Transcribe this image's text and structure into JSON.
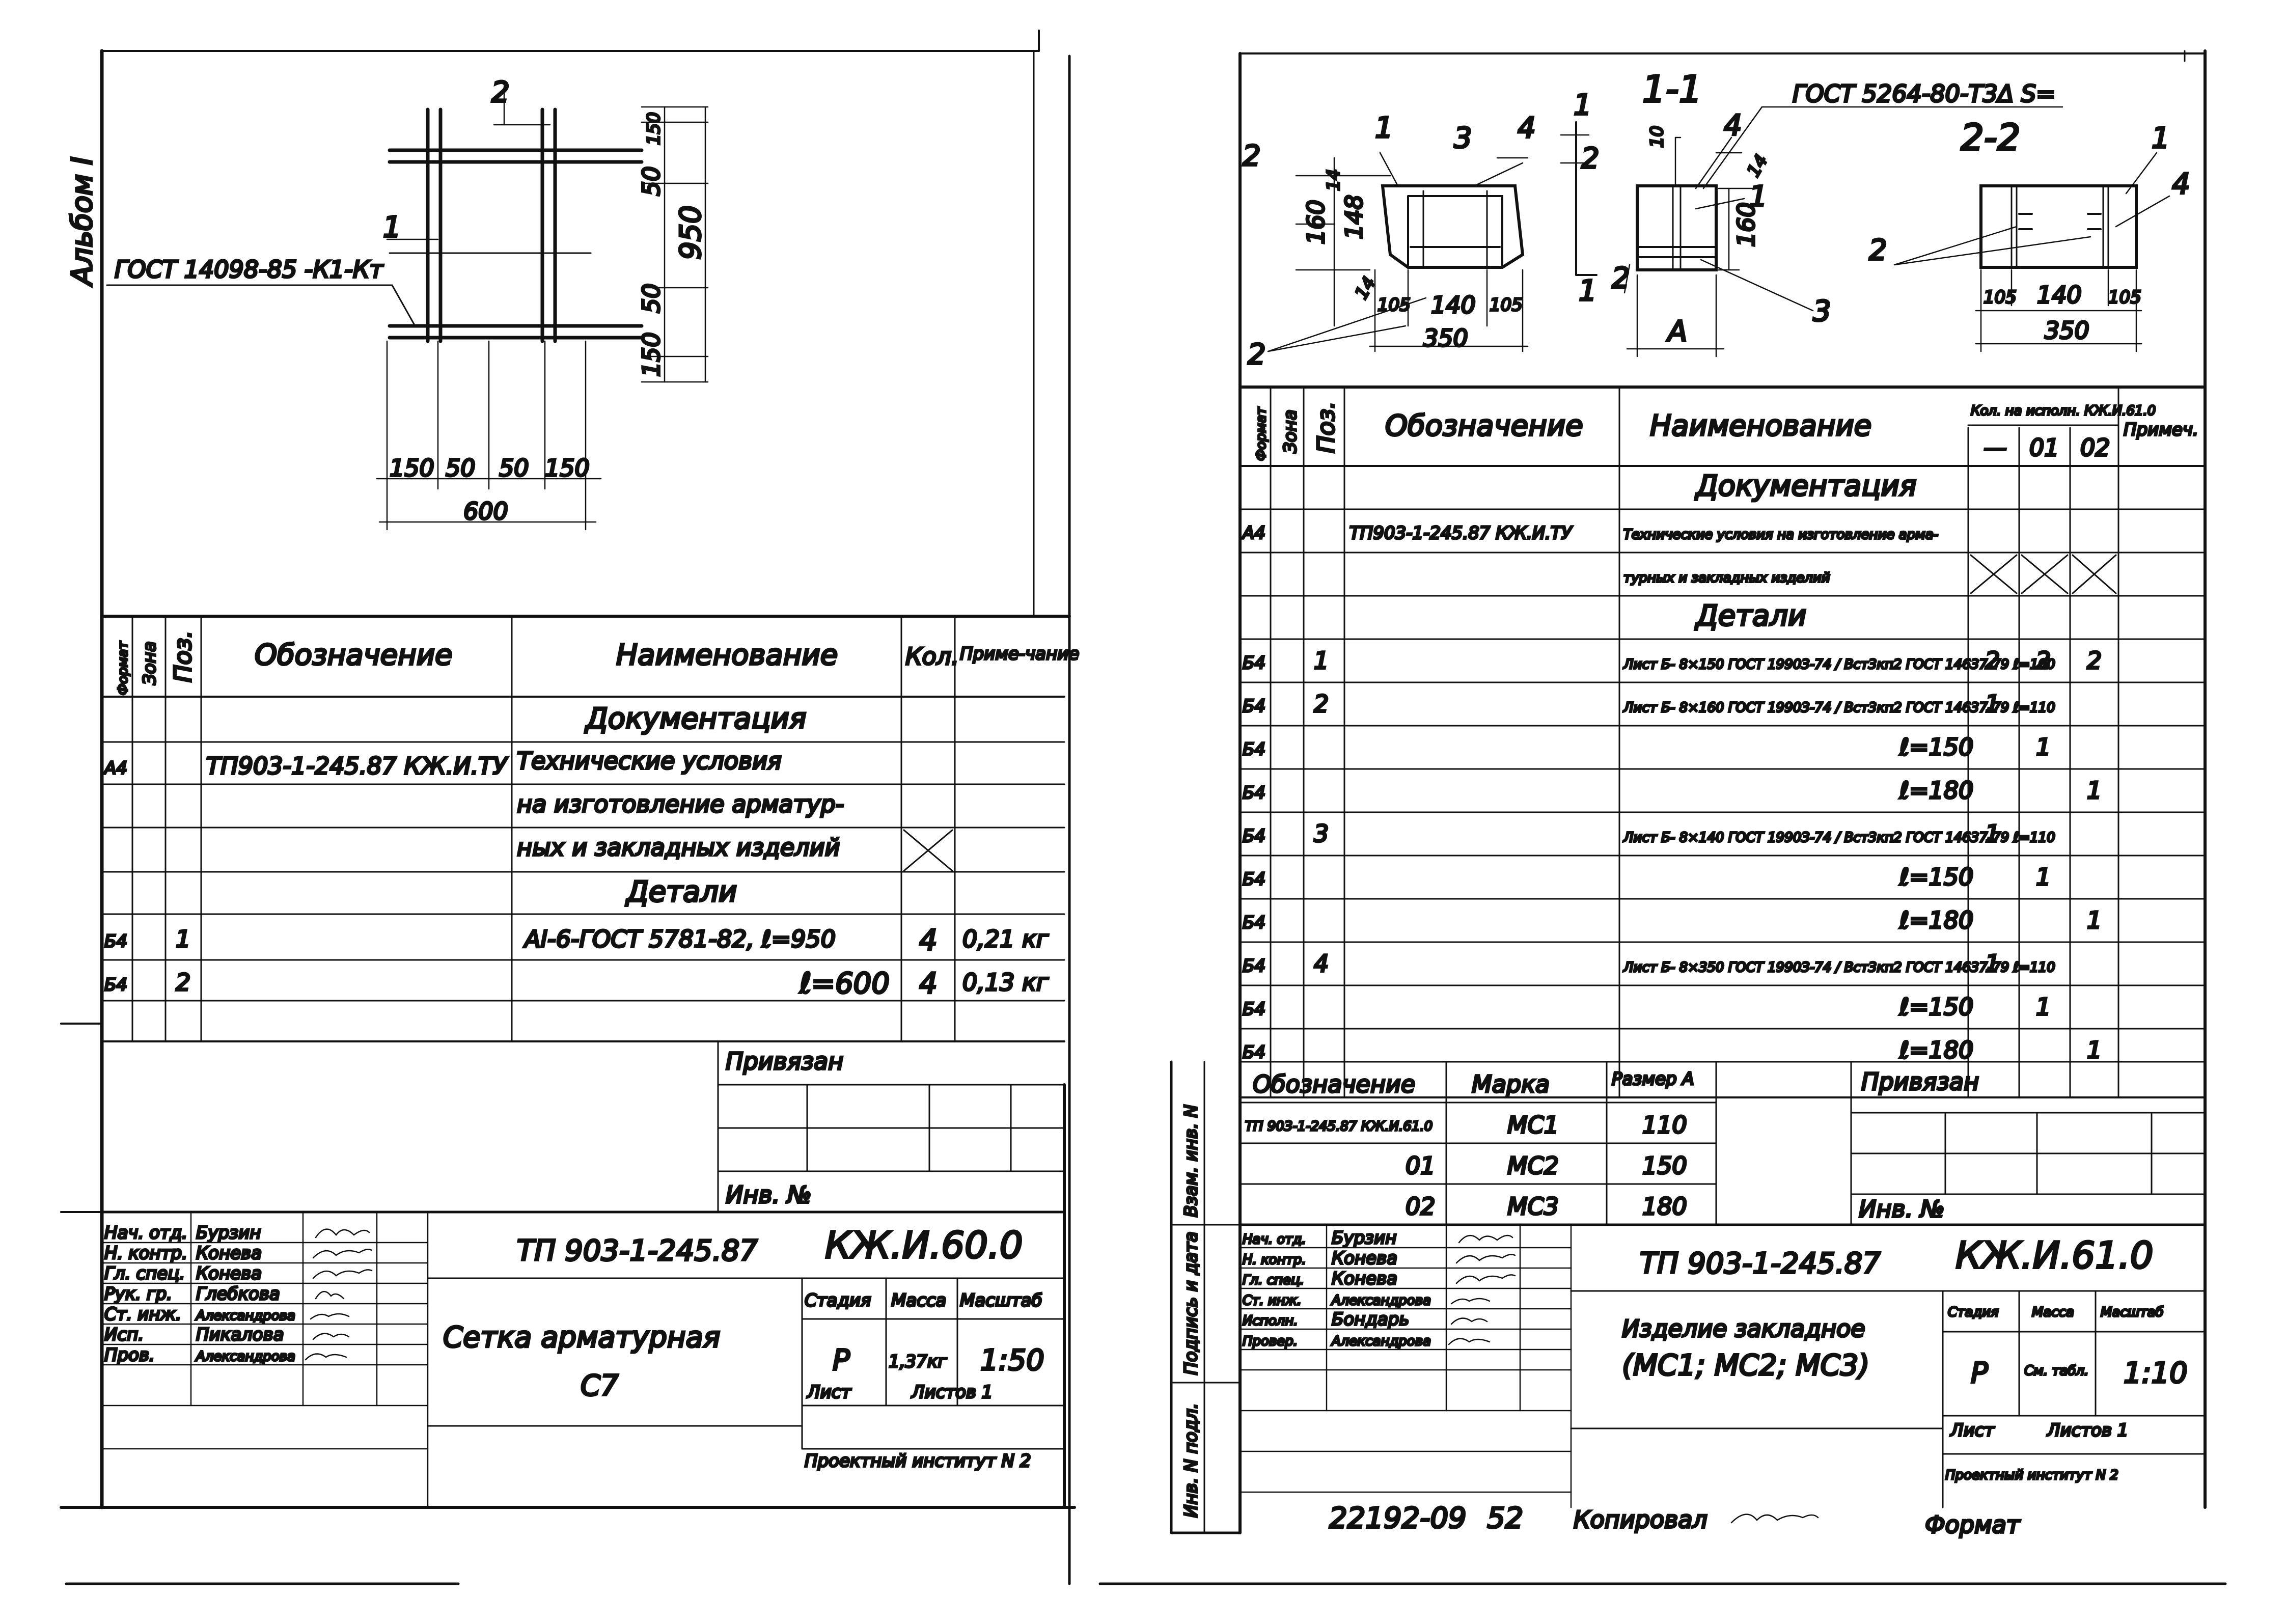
{
  "sheet_left": {
    "side_label": "Альбом I",
    "drawing": {
      "gost": "ГОСТ 14098-85 -К1-Кт",
      "pos1": "1",
      "pos2": "2",
      "dim_950": "950",
      "dim_150a": "150",
      "dim_50a": "50",
      "dim_50b": "50",
      "dim_150b": "150",
      "dim_150c": "150",
      "dim_50c": "50",
      "dim_50d": "50",
      "dim_150d": "150",
      "dim_600": "600"
    },
    "spec_headers": {
      "format": "Формат",
      "zone": "Зона",
      "pos": "Поз.",
      "designation": "Обозначение",
      "name": "Наименование",
      "qty": "Кол.",
      "note": "Приме-чание"
    },
    "spec_rows": [
      {
        "format": "",
        "pos": "",
        "designation": "",
        "name": "Документация",
        "qty": "",
        "note": ""
      },
      {
        "format": "А4",
        "pos": "",
        "designation": "ТП903-1-245.87 КЖ.И.ТУ",
        "name": "Технические условия",
        "qty": "",
        "note": ""
      },
      {
        "format": "",
        "pos": "",
        "designation": "",
        "name": "на изготовление арматур-",
        "qty": "",
        "note": ""
      },
      {
        "format": "",
        "pos": "",
        "designation": "",
        "name": "ных и закладных изделий",
        "qty": "",
        "note": ""
      },
      {
        "format": "",
        "pos": "",
        "designation": "",
        "name": "Детали",
        "qty": "",
        "note": ""
      },
      {
        "format": "Б4",
        "pos": "1",
        "designation": "",
        "name": "АI-6-ГОСТ 5781-82, ℓ=950",
        "qty": "4",
        "note": "0,21 кг"
      },
      {
        "format": "Б4",
        "pos": "2",
        "designation": "",
        "name": "ℓ=600",
        "qty": "4",
        "note": "0,13 кг"
      }
    ],
    "privyazan": "Привязан",
    "inv_no": "Инв. №",
    "staff": [
      {
        "role": "Нач. отд.",
        "name": "Бурзин"
      },
      {
        "role": "Н. контр.",
        "name": "Конева"
      },
      {
        "role": "Гл. спец.",
        "name": "Конева"
      },
      {
        "role": "Рук. гр.",
        "name": "Глебкова"
      },
      {
        "role": "Ст. инж.",
        "name": "Александрова"
      },
      {
        "role": "Исп.",
        "name": "Пикалова"
      },
      {
        "role": "Пров.",
        "name": "Александрова"
      }
    ],
    "project_no": "ТП 903-1-245.87",
    "doc_code": "КЖ.И.60.0",
    "title_line1": "Сетка арматурная",
    "title_line2": "С7",
    "stage_label": "Стадия",
    "mass_label": "Масса",
    "scale_label": "Масштаб",
    "stage": "Р",
    "mass": "1,37кг",
    "scale": "1:50",
    "sheet_label": "Лист",
    "sheets_label": "Листов 1",
    "institute": "Проектный институт N 2"
  },
  "sheet_right": {
    "section_1": "1-1",
    "section_2": "2-2",
    "gost_weld": "ГОСТ 5264-80-Т3Δ S=",
    "drawing_labels": {
      "p1": "1",
      "p2": "2",
      "p3": "3",
      "p4": "4",
      "cut1": "1",
      "cut2": "2",
      "d14a": "14",
      "d160": "160",
      "d148": "148",
      "d14b": "14",
      "d105a": "105",
      "d140": "140",
      "d105b": "105",
      "d350": "350",
      "d10": "10",
      "d14c": "14",
      "d160b": "160",
      "dA": "А",
      "d105c": "105",
      "d140b": "140",
      "d105d": "105",
      "d350b": "350"
    },
    "spec_headers": {
      "format": "Формат",
      "zone": "Зона",
      "pos": "Поз.",
      "designation": "Обозначение",
      "name": "Наименование",
      "qty_group": "Кол. на исполн. КЖ.И.61.0",
      "col_dash": "—",
      "col_01": "01",
      "col_02": "02",
      "note": "Примеч."
    },
    "spec_rows": [
      {
        "format": "",
        "pos": "",
        "designation": "",
        "name": "Документация",
        "q0": "",
        "q1": "",
        "q2": ""
      },
      {
        "format": "А4",
        "pos": "",
        "designation": "ТП903-1-245.87 КЖ.И.ТУ",
        "name": "Технические условия на изготовление арма-",
        "q0": "",
        "q1": "",
        "q2": ""
      },
      {
        "format": "",
        "pos": "",
        "designation": "",
        "name": "турных и закладных изделий",
        "q0": "",
        "q1": "",
        "q2": ""
      },
      {
        "format": "",
        "pos": "",
        "designation": "",
        "name": "Детали",
        "q0": "",
        "q1": "",
        "q2": ""
      },
      {
        "format": "Б4",
        "pos": "1",
        "designation": "",
        "name": "Лист Б- 8×150 ГОСТ 19903-74 / Вст3кп2 ГОСТ 14637-79 ℓ=100",
        "q0": "2",
        "q1": "2",
        "q2": "2"
      },
      {
        "format": "Б4",
        "pos": "2",
        "designation": "",
        "name": "Лист Б- 8×160 ГОСТ 19903-74 / Вст3кп2 ГОСТ 14637-79 ℓ=110",
        "q0": "1",
        "q1": "",
        "q2": ""
      },
      {
        "format": "Б4",
        "pos": "",
        "designation": "",
        "name": "ℓ=150",
        "q0": "",
        "q1": "1",
        "q2": ""
      },
      {
        "format": "Б4",
        "pos": "",
        "designation": "",
        "name": "ℓ=180",
        "q0": "",
        "q1": "",
        "q2": "1"
      },
      {
        "format": "Б4",
        "pos": "3",
        "designation": "",
        "name": "Лист Б- 8×140 ГОСТ 19903-74 / Вст3кп2 ГОСТ 14637-79 ℓ=110",
        "q0": "1",
        "q1": "",
        "q2": ""
      },
      {
        "format": "Б4",
        "pos": "",
        "designation": "",
        "name": "ℓ=150",
        "q0": "",
        "q1": "1",
        "q2": ""
      },
      {
        "format": "Б4",
        "pos": "",
        "designation": "",
        "name": "ℓ=180",
        "q0": "",
        "q1": "",
        "q2": "1"
      },
      {
        "format": "Б4",
        "pos": "4",
        "designation": "",
        "name": "Лист Б- 8×350 ГОСТ 19903-74 / Вст3кп2 ГОСТ 14637-79 ℓ=110",
        "q0": "1",
        "q1": "",
        "q2": ""
      },
      {
        "format": "Б4",
        "pos": "",
        "designation": "",
        "name": "ℓ=150",
        "q0": "",
        "q1": "1",
        "q2": ""
      },
      {
        "format": "Б4",
        "pos": "",
        "designation": "",
        "name": "ℓ=180",
        "q0": "",
        "q1": "",
        "q2": "1"
      }
    ],
    "marks_headers": {
      "designation": "Обозначение",
      "mark": "Марка",
      "size": "Размер А"
    },
    "marks": [
      {
        "designation": "ТП 903-1-245.87 КЖ.И.61.0",
        "mark": "МС1",
        "size": "110"
      },
      {
        "designation": "01",
        "mark": "МС2",
        "size": "150"
      },
      {
        "designation": "02",
        "mark": "МС3",
        "size": "180"
      }
    ],
    "privyazan": "Привязан",
    "inv_no": "Инв. №",
    "side_labels": {
      "inv_orig": "Инв. N подл.",
      "sign_date": "Подпись и дата",
      "inv_repl": "Взам. инв. N"
    },
    "staff": [
      {
        "role": "Нач. отд.",
        "name": "Бурзин"
      },
      {
        "role": "Н. контр.",
        "name": "Конева"
      },
      {
        "role": "Гл. спец.",
        "name": "Конева"
      },
      {
        "role": "Ст. инж.",
        "name": "Александрова"
      },
      {
        "role": "Исполн.",
        "name": "Бондарь"
      },
      {
        "role": "Провер.",
        "name": "Александрова"
      }
    ],
    "project_no": "ТП 903-1-245.87",
    "doc_code": "КЖ.И.61.0",
    "title_line1": "Изделие закладное",
    "title_line2": "(МС1; МС2; МС3)",
    "stage_label": "Стадия",
    "mass_label": "Масса",
    "scale_label": "Масштаб",
    "stage": "Р",
    "mass": "См. табл.",
    "scale": "1:10",
    "sheet_label": "Лист",
    "sheets_label": "Листов 1",
    "institute": "Проектный институт N 2",
    "footer_code": "22192-09",
    "footer_page": "52",
    "copied": "Копировал",
    "format": "Формат"
  }
}
